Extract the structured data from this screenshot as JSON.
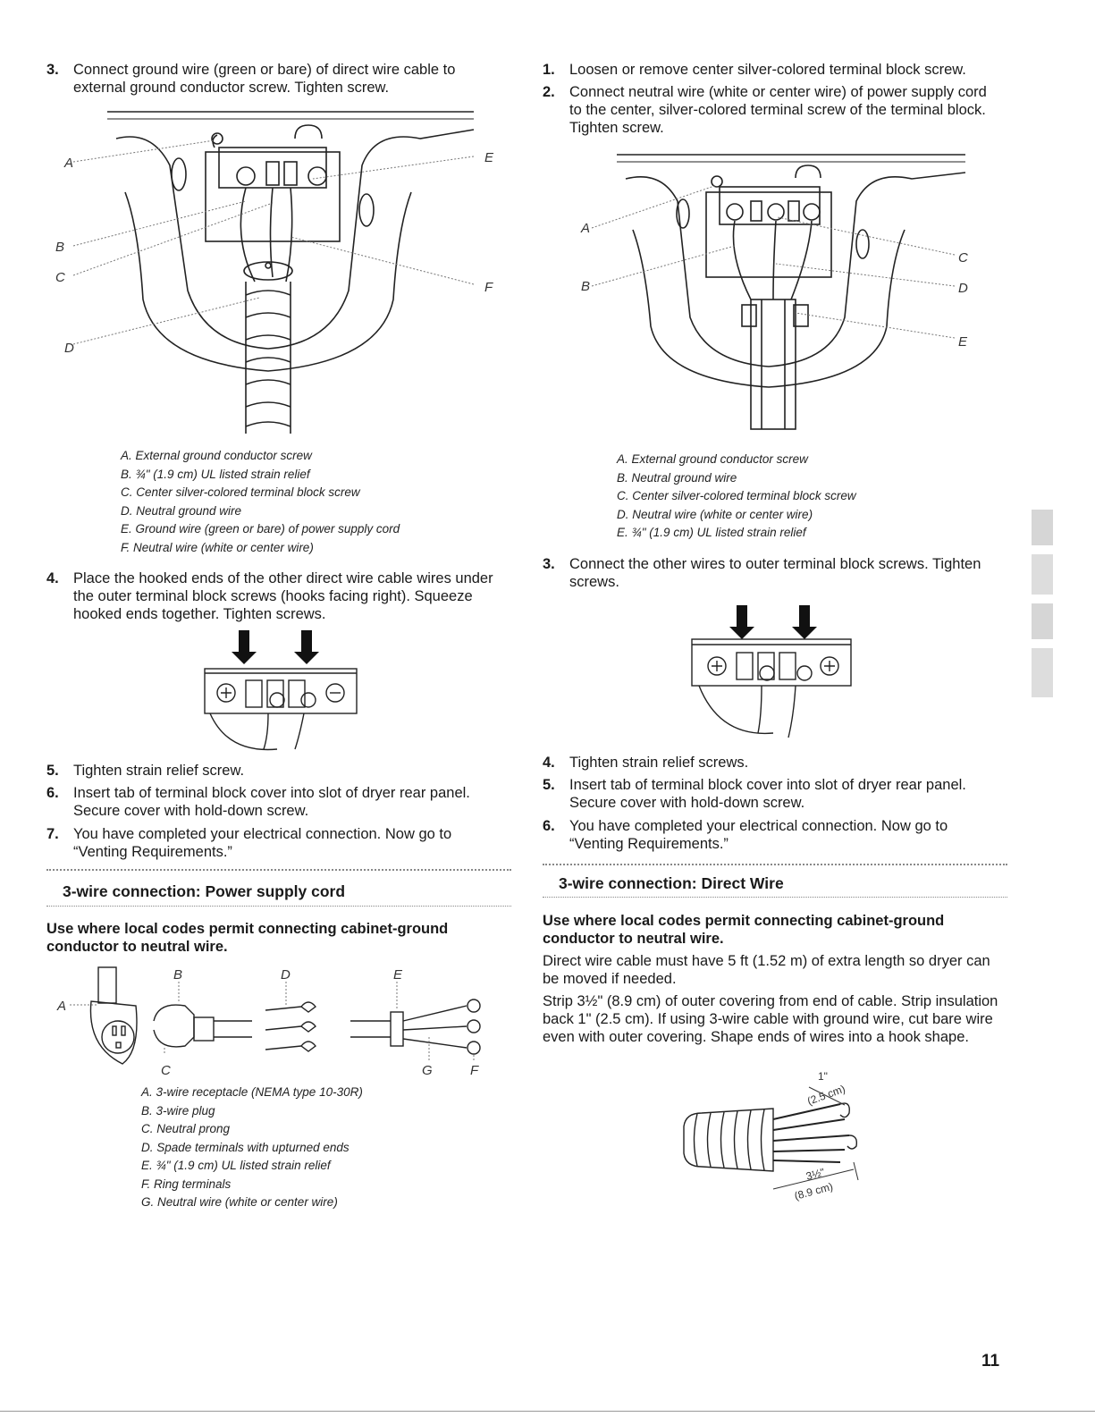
{
  "left": {
    "step3": {
      "num": "3.",
      "text": "Connect ground wire (green or bare) of direct wire cable to external ground conductor screw. Tighten screw."
    },
    "fig1_labels": [
      "A",
      "B",
      "C",
      "D",
      "E",
      "F"
    ],
    "fig1_caption": [
      "A. External ground conductor screw",
      "B. ¾\" (1.9 cm) UL listed strain relief",
      "C. Center silver-colored terminal block screw",
      "D. Neutral ground wire",
      "E. Ground wire (green or bare) of power supply cord",
      "F. Neutral wire (white or center wire)"
    ],
    "step4": {
      "num": "4.",
      "text": "Place the hooked ends of the other direct wire cable wires under the outer terminal block screws (hooks facing right). Squeeze hooked ends together. Tighten screws."
    },
    "step5": {
      "num": "5.",
      "text": "Tighten strain relief screw."
    },
    "step6": {
      "num": "6.",
      "text": "Insert tab of terminal block cover into slot of dryer rear panel. Secure cover with hold-down screw."
    },
    "step7": {
      "num": "7.",
      "text": "You have completed your electrical connection. Now go to “Venting Requirements.”"
    },
    "section_heading": "3-wire connection: Power supply cord",
    "use_where": "Use where local codes permit connecting cabinet-ground conductor to neutral wire.",
    "fig3_labels": [
      "A",
      "B",
      "C",
      "D",
      "E",
      "G",
      "F"
    ],
    "fig3_caption": [
      "A. 3-wire receptacle (NEMA type 10-30R)",
      "B. 3-wire plug",
      "C. Neutral prong",
      "D. Spade terminals with upturned ends",
      "E. ¾\" (1.9 cm) UL listed strain relief",
      "F. Ring terminals",
      "G. Neutral wire (white or center wire)"
    ]
  },
  "right": {
    "step1": {
      "num": "1.",
      "text": "Loosen or remove center silver-colored terminal block screw."
    },
    "step2": {
      "num": "2.",
      "text": "Connect neutral wire (white or center wire) of power supply cord to the center, silver-colored terminal screw of the terminal block. Tighten screw."
    },
    "fig2_labels": [
      "A",
      "B",
      "C",
      "D",
      "E"
    ],
    "fig2_caption": [
      "A. External ground conductor screw",
      "B. Neutral ground wire",
      "C. Center silver-colored terminal block screw",
      "D. Neutral wire (white or center wire)",
      "E. ¾\" (1.9 cm) UL listed strain relief"
    ],
    "step3": {
      "num": "3.",
      "text": "Connect the other wires to outer terminal block screws. Tighten screws."
    },
    "step4": {
      "num": "4.",
      "text": "Tighten strain relief screws."
    },
    "step5": {
      "num": "5.",
      "text": "Insert tab of terminal block cover into slot of dryer rear panel. Secure cover with hold-down screw."
    },
    "step6": {
      "num": "6.",
      "text": "You have completed your electrical connection. Now go to “Venting Requirements.”"
    },
    "section_heading": "3-wire connection: Direct Wire",
    "use_where": "Use where local codes permit connecting cabinet-ground conductor to neutral wire.",
    "para1": "Direct wire cable must have 5 ft (1.52 m) of extra length so dryer can be moved if needed.",
    "para2": "Strip 3½\" (8.9 cm) of outer covering from end of cable. Strip insulation back 1\" (2.5 cm). If using 3-wire cable with ground wire, cut bare wire even with outer covering. Shape ends of wires into a hook shape.",
    "fig5_labels": {
      "top_in": "1\"",
      "top_cm": "(2.5 cm)",
      "bot_in": "3½\"",
      "bot_cm": "(8.9 cm)"
    }
  },
  "page_number": "11"
}
